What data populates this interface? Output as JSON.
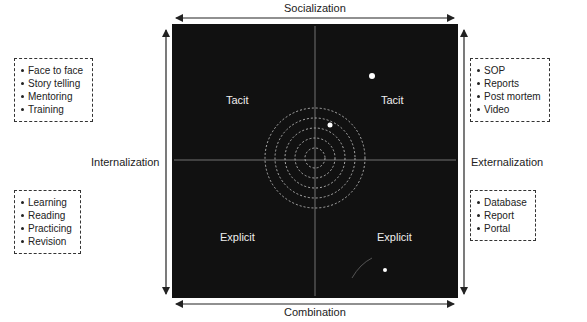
{
  "diagram": {
    "nodes": [
      {
        "text": [
          "Face to face",
          "Story telling",
          "Mentoring",
          "Training"
        ]
      },
      {
        "text": [
          "Tacit",
          "Tacit",
          "Explicit",
          "Explicit"
        ]
      },
      {
        "text": [
          "SOP",
          "Reports",
          "Post mortem",
          "Video"
        ]
      },
      {
        "text": [
          "Learning",
          "Reading",
          "Practicing",
          "Revision"
        ]
      },
      {
        "text": [
          "Database",
          "Report",
          "Portal"
        ]
      }
    ],
    "labels": [
      "Socialization",
      "Internalization",
      "Externalization",
      "Combination"
    ]
  }
}
